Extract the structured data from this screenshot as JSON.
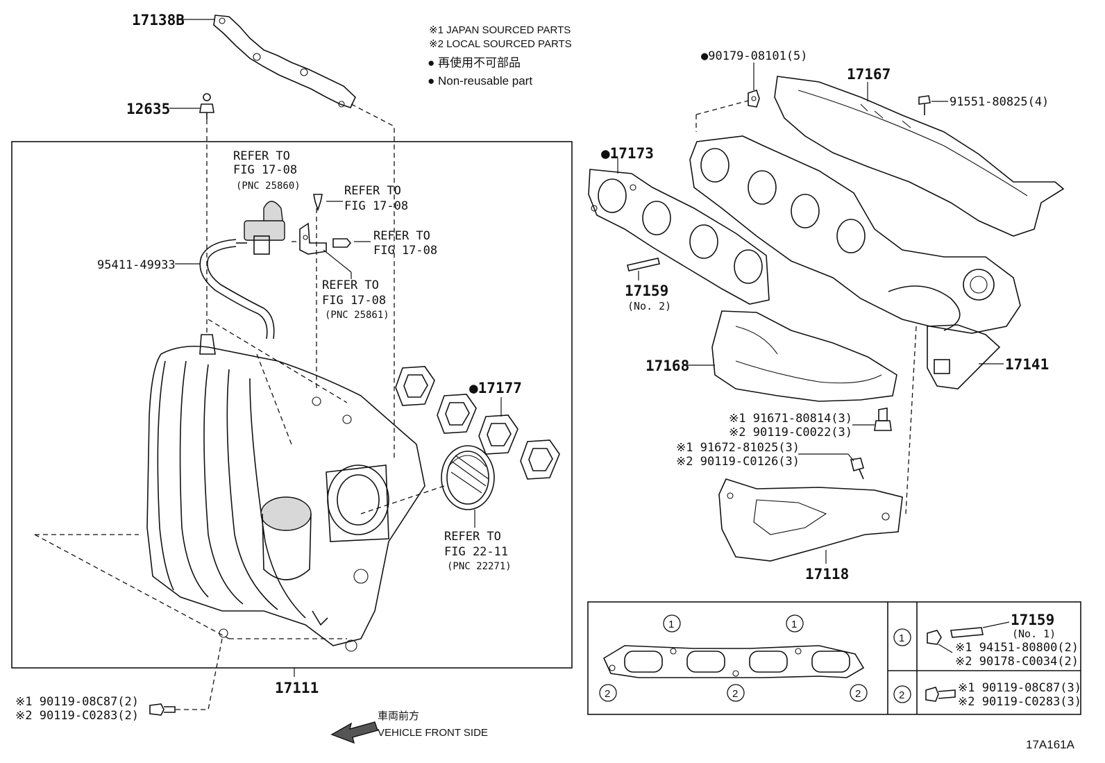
{
  "legend": {
    "japan": "※1 JAPAN SOURCED PARTS",
    "local": "※2 LOCAL SOURCED PARTS",
    "nonreusable_jp": "● 再使用不可部品",
    "nonreusable_en": "● Non-reusable part"
  },
  "labels": {
    "p17138B": "17138B",
    "p12635": "12635",
    "refer1a": "REFER TO",
    "refer1b": "FIG 17-08",
    "refer1c": "(PNC 25860)",
    "refer2a": "REFER TO",
    "refer2b": "FIG 17-08",
    "refer3a": "REFER TO",
    "refer3b": "FIG 17-08",
    "refer4a": "REFER TO",
    "refer4b": "FIG 17-08",
    "refer4c": "(PNC 25861)",
    "p95411": "95411-49933",
    "p17177": "●17177",
    "refer5a": "REFER TO",
    "refer5b": "FIG 22-11",
    "refer5c": "(PNC 22271)",
    "p17111": "17111",
    "bolt_a1": "※1 90119-08C87(2)",
    "bolt_a2": "※2 90119-C0283(2)",
    "front_jp": "車両前方",
    "front_en": "VEHICLE FRONT SIDE",
    "p90179": "●90179-08101(5)",
    "p17167": "17167",
    "p91551": "91551-80825(4)",
    "p17173": "●17173",
    "p17159a": "17159",
    "p17159a_sub": "(No. 2)",
    "p17168": "17168",
    "p17141": "17141",
    "bolt_b1": "※1 91671-80814(3)",
    "bolt_b2": "※2 90119-C0022(3)",
    "bolt_c1": "※1 91672-81025(3)",
    "bolt_c2": "※2 90119-C0126(3)",
    "p17118": "17118",
    "p17159b": "17159",
    "p17159b_sub": "(No. 1)",
    "bolt_d1": "※1 94151-80800(2)",
    "bolt_d2": "※2 90178-C0034(2)",
    "bolt_e1": "※1 90119-08C87(3)",
    "bolt_e2": "※2 90119-C0283(3)",
    "circ1": "1",
    "circ2": "2",
    "code": "17A161A"
  }
}
